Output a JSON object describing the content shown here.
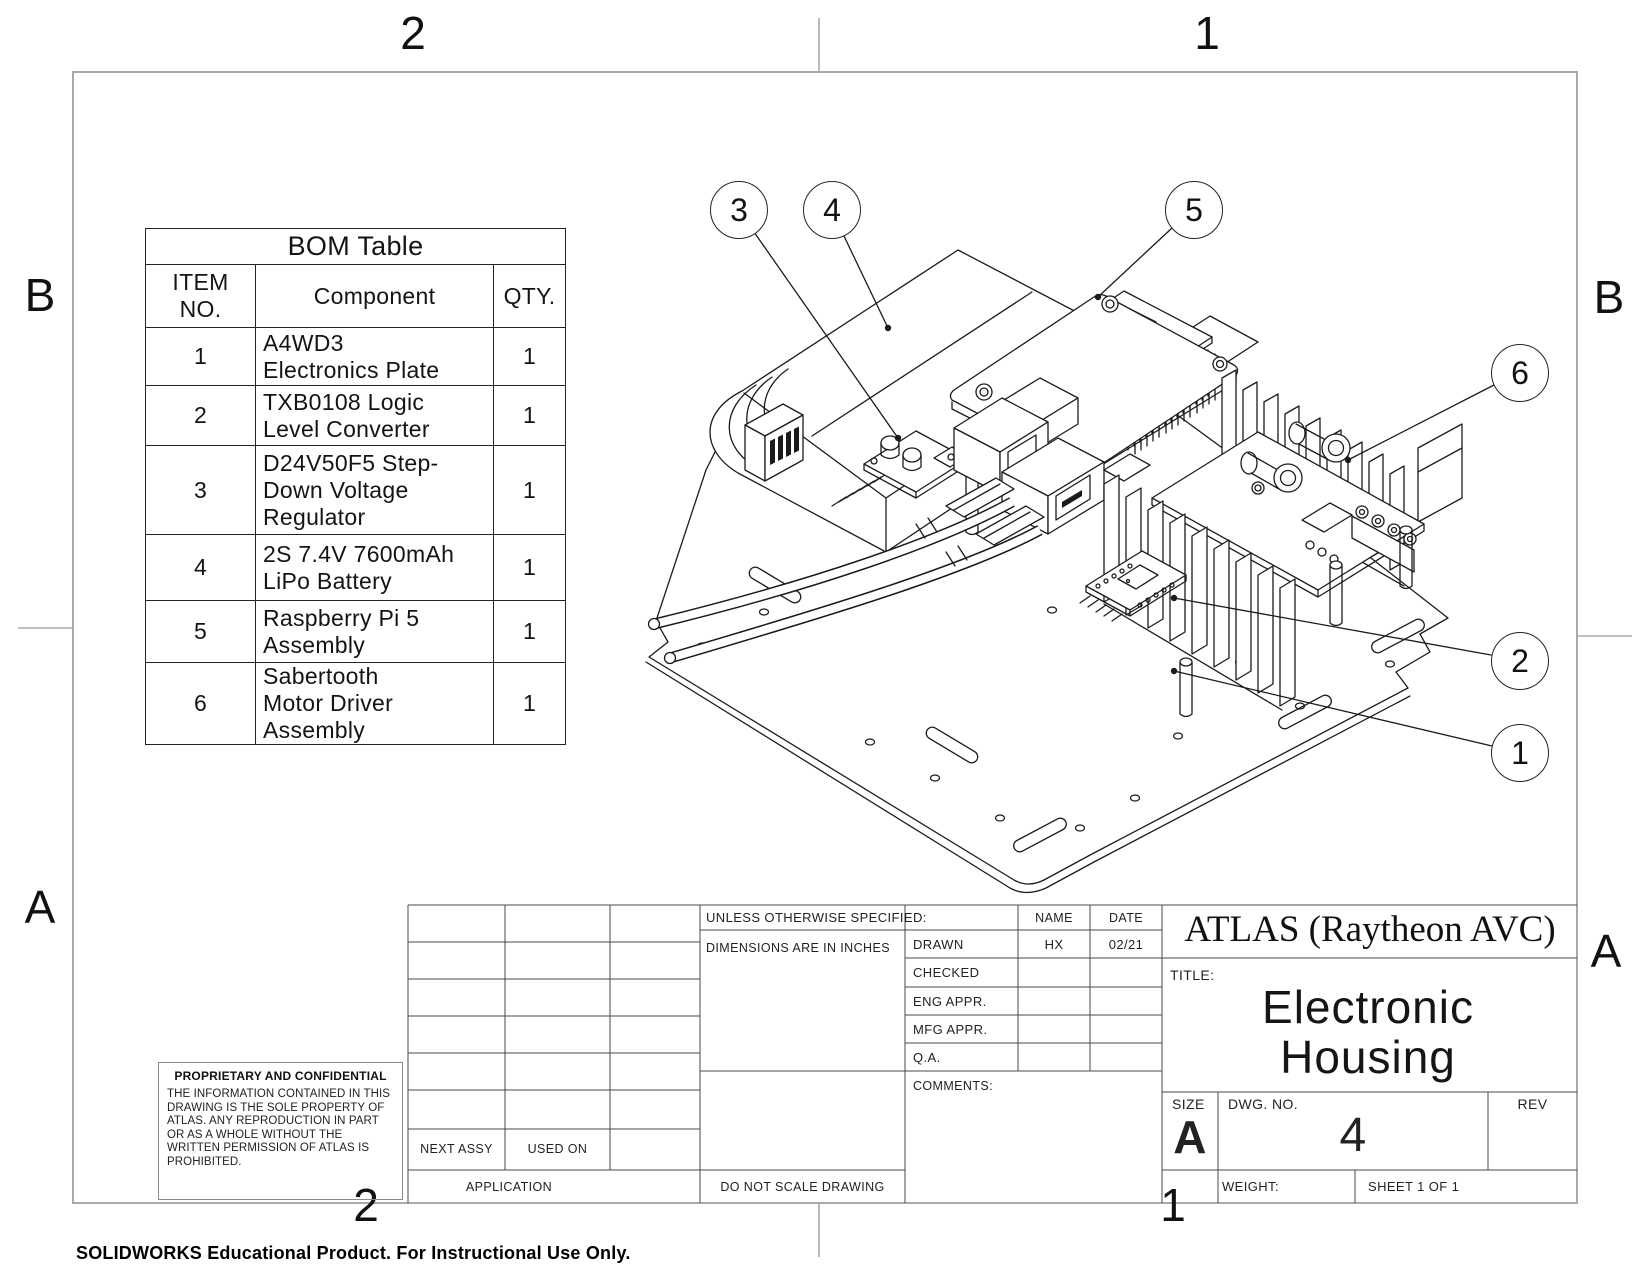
{
  "sheet": {
    "zones": {
      "top": [
        "2",
        "1"
      ],
      "bottom": [
        "2",
        "1"
      ],
      "left": [
        "B",
        "A"
      ],
      "right": [
        "B",
        "A"
      ]
    },
    "footer_note": "SOLIDWORKS Educational Product. For Instructional Use Only."
  },
  "bom": {
    "title": "BOM Table",
    "headers": {
      "item": "ITEM\nNO.",
      "component": "Component",
      "qty": "QTY."
    },
    "rows": [
      {
        "item": "1",
        "component": "A4WD3\nElectronics Plate",
        "qty": "1"
      },
      {
        "item": "2",
        "component": "TXB0108 Logic\nLevel Converter",
        "qty": "1"
      },
      {
        "item": "3",
        "component": "D24V50F5 Step-\nDown Voltage\nRegulator",
        "qty": "1"
      },
      {
        "item": "4",
        "component": "2S 7.4V 7600mAh\nLiPo Battery",
        "qty": "1"
      },
      {
        "item": "5",
        "component": "Raspberry Pi 5\nAssembly",
        "qty": "1"
      },
      {
        "item": "6",
        "component": "Sabertooth\nMotor Driver\nAssembly",
        "qty": "1"
      }
    ]
  },
  "callouts": [
    "1",
    "2",
    "3",
    "4",
    "5",
    "6"
  ],
  "title_block": {
    "unless": "UNLESS OTHERWISE SPECIFIED:",
    "dimensions": "DIMENSIONS ARE IN INCHES",
    "name_header": "NAME",
    "date_header": "DATE",
    "approvals": [
      {
        "label": "DRAWN",
        "name": "HX",
        "date": "02/21"
      },
      {
        "label": "CHECKED",
        "name": "",
        "date": ""
      },
      {
        "label": "ENG APPR.",
        "name": "",
        "date": ""
      },
      {
        "label": "MFG APPR.",
        "name": "",
        "date": ""
      },
      {
        "label": "Q.A.",
        "name": "",
        "date": ""
      }
    ],
    "comments_label": "COMMENTS:",
    "company": "ATLAS (Raytheon AVC)",
    "title_label": "TITLE:",
    "title": "Electronic\nHousing",
    "size_label": "SIZE",
    "size": "A",
    "dwg_label": "DWG.  NO.",
    "dwg_no": "4",
    "rev_label": "REV",
    "weight_label": "WEIGHT:",
    "sheet_info": "SHEET 1 OF 1",
    "next_assy": "NEXT ASSY",
    "used_on": "USED ON",
    "application": "APPLICATION",
    "do_not_scale": "DO NOT SCALE DRAWING",
    "proprietary_title": "PROPRIETARY AND CONFIDENTIAL",
    "proprietary_body": "THE INFORMATION CONTAINED IN THIS DRAWING IS THE SOLE PROPERTY OF ATLAS. ANY REPRODUCTION IN PART OR AS A WHOLE WITHOUT THE WRITTEN PERMISSION OF ATLAS IS PROHIBITED."
  },
  "colors": {
    "line": "#1b1b1b",
    "frame": "#a9a9a9",
    "table_line": "#232323"
  }
}
